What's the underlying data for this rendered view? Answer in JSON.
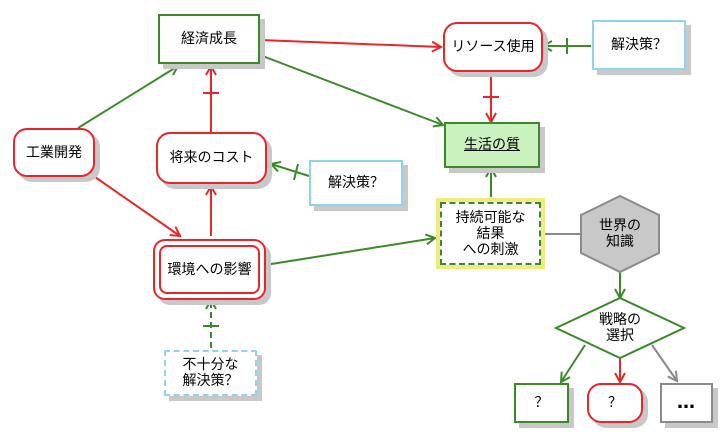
{
  "nodes": {
    "keizai": "経済成長",
    "resource": "リソース使用",
    "kaiketsu_top": "解決策？",
    "kogyo": "工業開発",
    "shourai": "将来のコスト",
    "seikatsu": "生活の質",
    "kaiketsu_mid": "解決策？",
    "jizoku": "持続可能な\n結果\nへの刺激",
    "sekai": "世界の\n知識",
    "kankyo": "環境への影響",
    "senryaku": "戦略の\n選択",
    "fujubun": "不十分な\n解決策？",
    "q_green": "？",
    "q_red": "？",
    "more": "…"
  },
  "colors": {
    "green": "#3a8a2a",
    "red": "#e8262a",
    "light_blue": "#8fd3ee",
    "grey": "#8a8a8a",
    "quality_fill": "#c9f2bf",
    "highlight": "#f1eb7e",
    "hexagon_fill": "#c8c8c8"
  }
}
